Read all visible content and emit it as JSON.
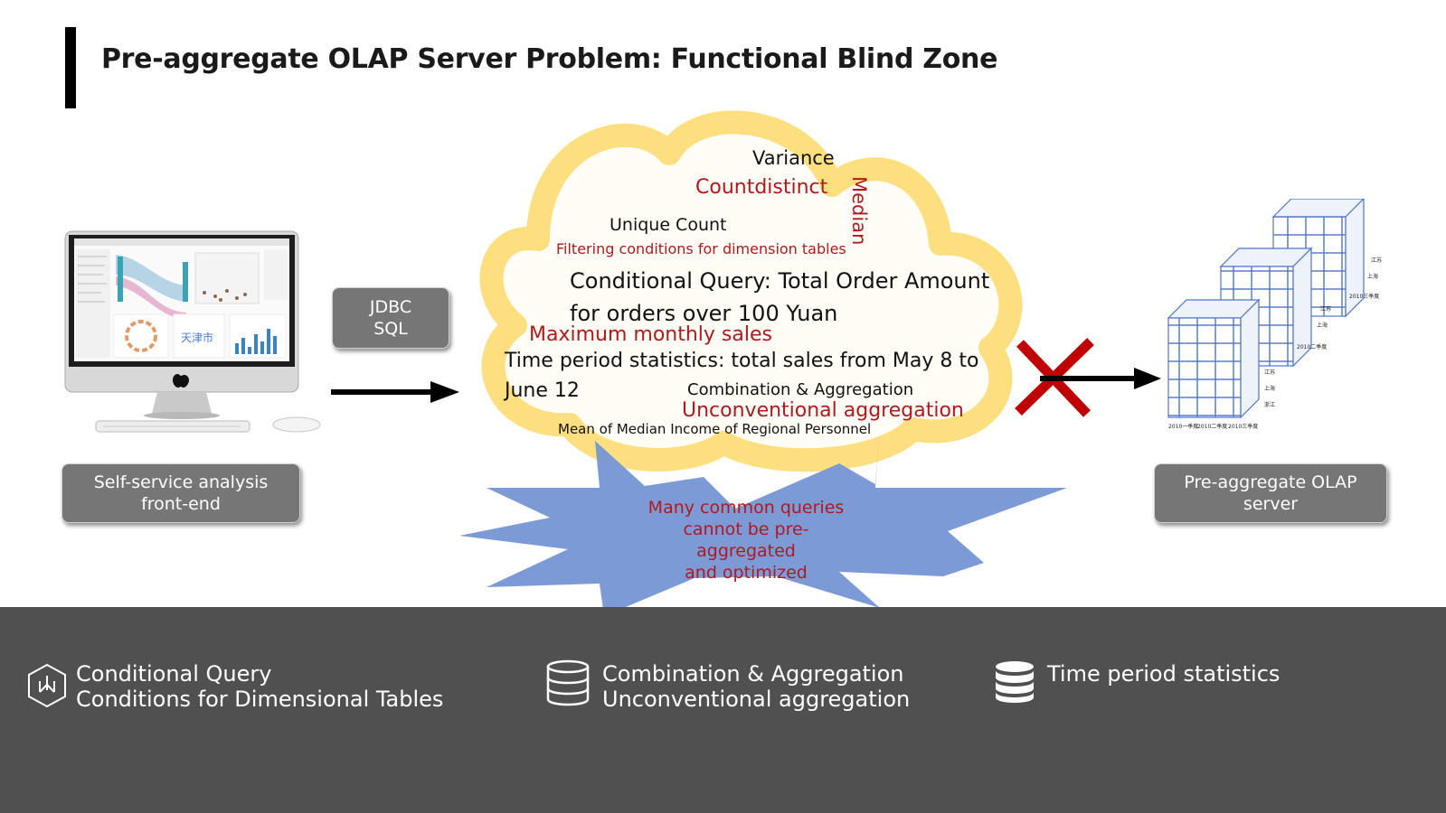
{
  "title": "Pre-aggregate OLAP Server Problem: Functional Blind Zone",
  "jdbc": {
    "line1": "JDBC",
    "line2": "SQL"
  },
  "frontend": {
    "line1": "Self-service analysis",
    "line2": "front-end"
  },
  "olap": {
    "line1": "Pre-aggregate OLAP",
    "line2": "server"
  },
  "cloud": {
    "variance": "Variance",
    "countdistinct": "Countdistinct",
    "median": "Median",
    "unique_count": "Unique Count",
    "filtering": "Filtering conditions for dimension tables",
    "conditional_l1": "Conditional Query: Total Order Amount",
    "conditional_l2": "for orders over 100 Yuan",
    "max_monthly": "Maximum monthly sales",
    "time_period_l1": "Time period statistics: total sales from May 8 to",
    "time_period_l2": "June 12",
    "combination": "Combination & Aggregation",
    "unconventional": "Unconventional aggregation",
    "mean_median": "Mean of Median Income of Regional Personnel"
  },
  "burst": {
    "line1": "Many common queries",
    "line2": "cannot be pre-aggregated",
    "line3": "and optimized"
  },
  "footer": {
    "item1_l1": "Conditional Query",
    "item1_l2": "Conditions for Dimensional Tables",
    "item2_l1": "Combination & Aggregation",
    "item2_l2": "Unconventional aggregation",
    "item3_l1": "Time period statistics"
  },
  "icons": {
    "monitor": "imac-computer-icon",
    "cube": "olap-cube-icon",
    "cross": "red-x-icon",
    "footer1": "hexagon-network-icon",
    "footer2": "database-icon",
    "footer3": "database-stack-icon"
  },
  "colors": {
    "cloud": "#fddf7f",
    "burst": "#7596d4",
    "red": "#b0191e",
    "footer": "#505050",
    "button": "#767676"
  }
}
